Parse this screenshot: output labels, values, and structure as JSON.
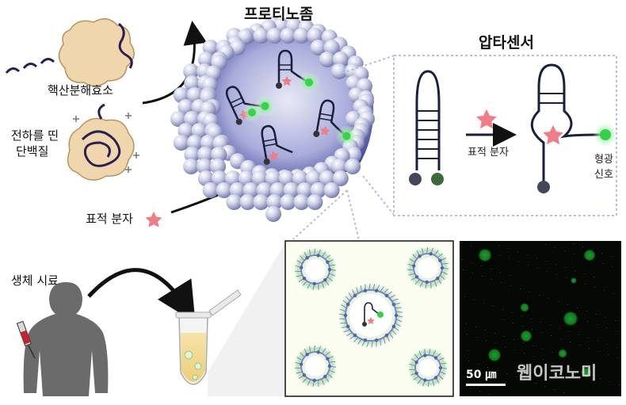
{
  "labels": {
    "proteinosome": "프로티노좀",
    "aptasensor": "압타센서",
    "nuclease": "핵산분해효소",
    "charged_protein_line1": "전하를 띤",
    "charged_protein_line2": "단백질",
    "target_molecule_left": "표적 분자",
    "target_molecule_panel": "표적 분자",
    "fluor_line1": "형광",
    "fluor_line2": "신호",
    "bio_sample": "생체 시료",
    "scale_bar": "50 ㎛",
    "watermark": "웹이코노미"
  },
  "colors": {
    "sphere": "#c9cce3",
    "interior": "#7a7fbf",
    "green": "#39d24a",
    "star": "#ef7c86",
    "strand": "#1a1f3d",
    "protein": "#f0d6ad",
    "dashed": "#b9bde0"
  }
}
